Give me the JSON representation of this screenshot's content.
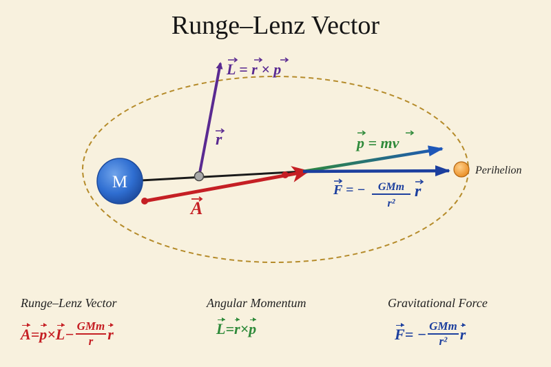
{
  "title": "Runge–Lenz Vector",
  "colors": {
    "background": "#f8f1de",
    "orbit": "#b58b2a",
    "mass": "#2f6ed1",
    "angular": "#5a2a91",
    "runge_lenz": "#c51f24",
    "momentum": "#2f8a3a",
    "force": "#1c3f9e",
    "perihelion": "#f2a23a"
  },
  "diagram": {
    "mass_label": "M",
    "perihelion_label": "Perihelion",
    "L_eq": {
      "sym": "L",
      "eq": " = ",
      "r": "r",
      "times": " × ",
      "p": "p"
    },
    "r_label": "r",
    "p_eq": {
      "p": "p",
      "eq": " = m",
      "v": "v"
    },
    "A_label": "A",
    "F_eq": {
      "F": "F",
      "eq": " = −",
      "num": "GMm",
      "den": "r²",
      "r": "r"
    }
  },
  "legend": {
    "runge_lenz": {
      "heading": "Runge–Lenz Vector",
      "A": "A",
      "eq": " = ",
      "p": "p",
      "times": " × ",
      "L": "L",
      "minus": " −",
      "num": "GMm",
      "den": "r",
      "r": "r"
    },
    "angular": {
      "heading": "Angular Momentum",
      "L": "L",
      "eq": " = ",
      "r": "r",
      "times": " × ",
      "p": "p"
    },
    "force": {
      "heading": "Gravitational Force",
      "F": "F",
      "eq": " = −",
      "num": "GMm",
      "den": "r²",
      "r": "r"
    }
  }
}
